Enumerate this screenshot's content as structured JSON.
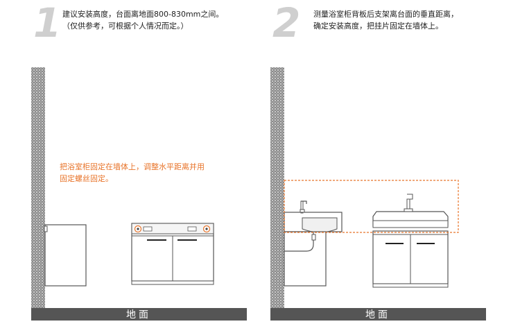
{
  "step1": {
    "number": "1",
    "line1": "建议安装高度，台面离地面800-830mm之间。",
    "line2": "（仅供参考，可根据个人情况而定。）"
  },
  "step2": {
    "number": "2",
    "line1": "测量浴室柜背板后支架离台面的垂直距离，",
    "line2": "确定安装高度，把挂片固定在墙体上。"
  },
  "note": {
    "line1": "把浴室柜固定在墙体上，调整水平距离并用",
    "line2": "固定螺丝固定。"
  },
  "floor_left": "地面",
  "floor_right": "地面",
  "colors": {
    "accent": "#e8742a",
    "floor": "#555555",
    "outline": "#444444",
    "number": "#cfcfcf"
  }
}
